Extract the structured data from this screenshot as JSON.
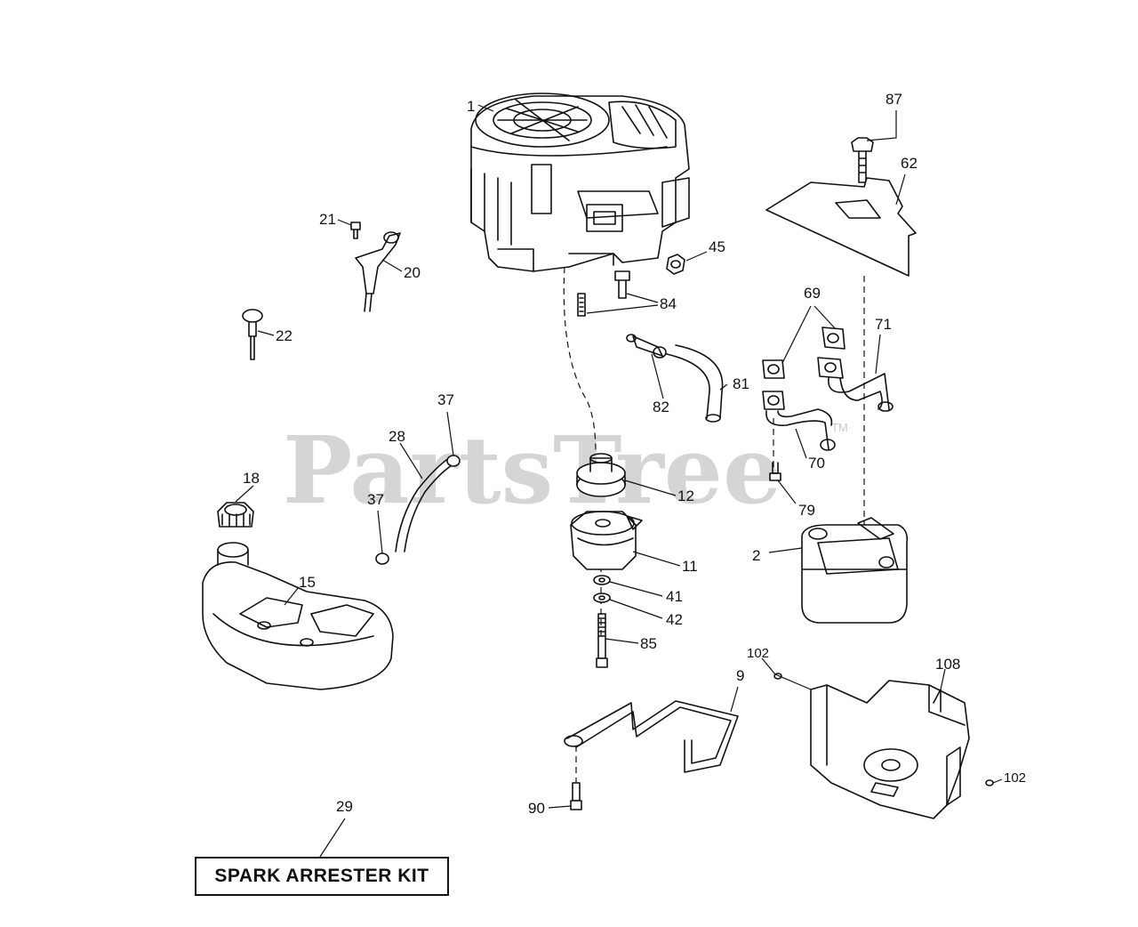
{
  "watermark": "PartsTree",
  "watermark_tm": "TM",
  "kit_label": "SPARK ARRESTER KIT",
  "callouts": {
    "c1": "1",
    "c2": "2",
    "c9": "9",
    "c11": "11",
    "c12": "12",
    "c15": "15",
    "c18": "18",
    "c20": "20",
    "c21": "21",
    "c22": "22",
    "c28": "28",
    "c29": "29",
    "c37a": "37",
    "c37b": "37",
    "c41": "41",
    "c42": "42",
    "c45": "45",
    "c62": "62",
    "c69": "69",
    "c70": "70",
    "c71": "71",
    "c79": "79",
    "c81": "81",
    "c82": "82",
    "c84": "84",
    "c85": "85",
    "c87": "87",
    "c90": "90",
    "c102a": "102",
    "c102b": "102",
    "c108": "108"
  }
}
